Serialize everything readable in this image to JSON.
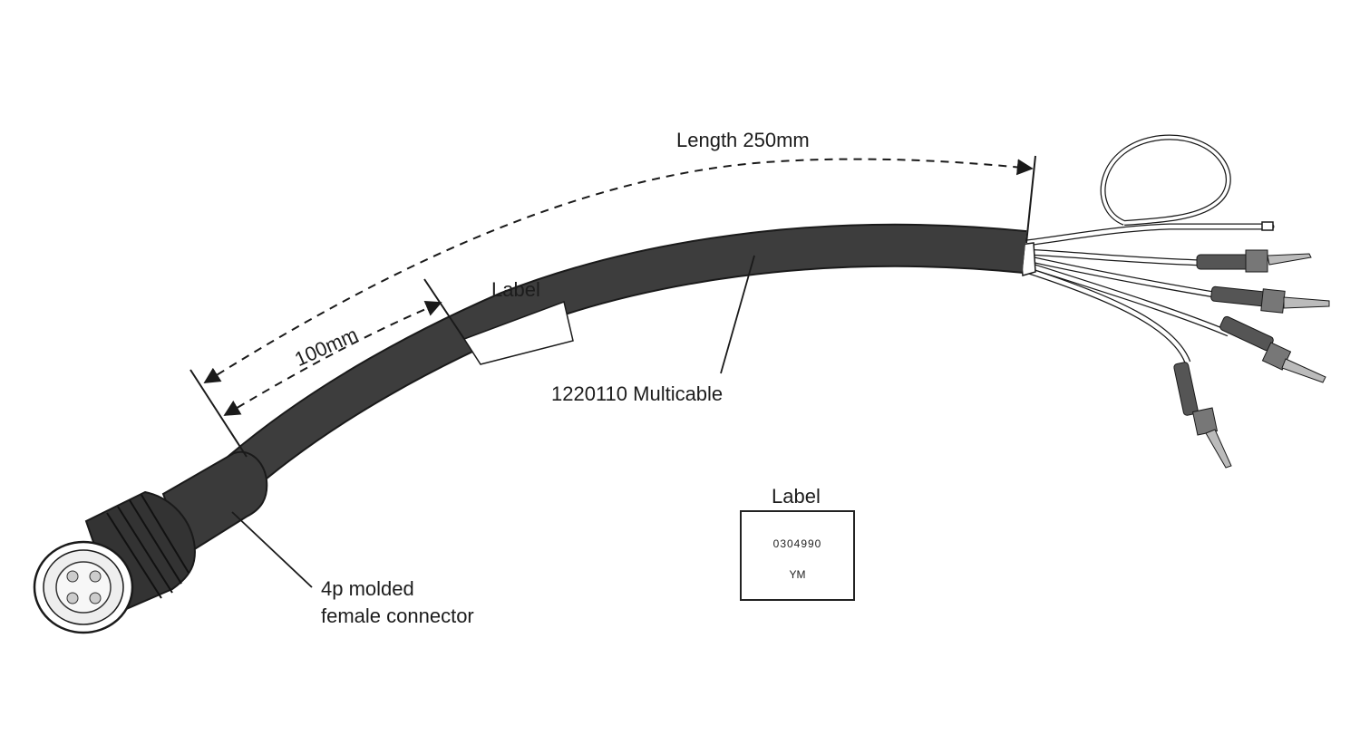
{
  "diagram": {
    "dimension_length": "Length 250mm",
    "dimension_label_offset": "100mm",
    "cable_label_callout": "Label",
    "cable_callout": "1220110 Multicable",
    "connector_callout_line1": "4p molded",
    "connector_callout_line2": "female connector",
    "label_detail": {
      "title": "Label",
      "code": "0304990",
      "initials": "YM"
    },
    "colors": {
      "cable": "#3d3d3d",
      "outline": "#1a1a1a",
      "label_sleeve": "#ffffff",
      "wire": "#ffffff"
    }
  }
}
